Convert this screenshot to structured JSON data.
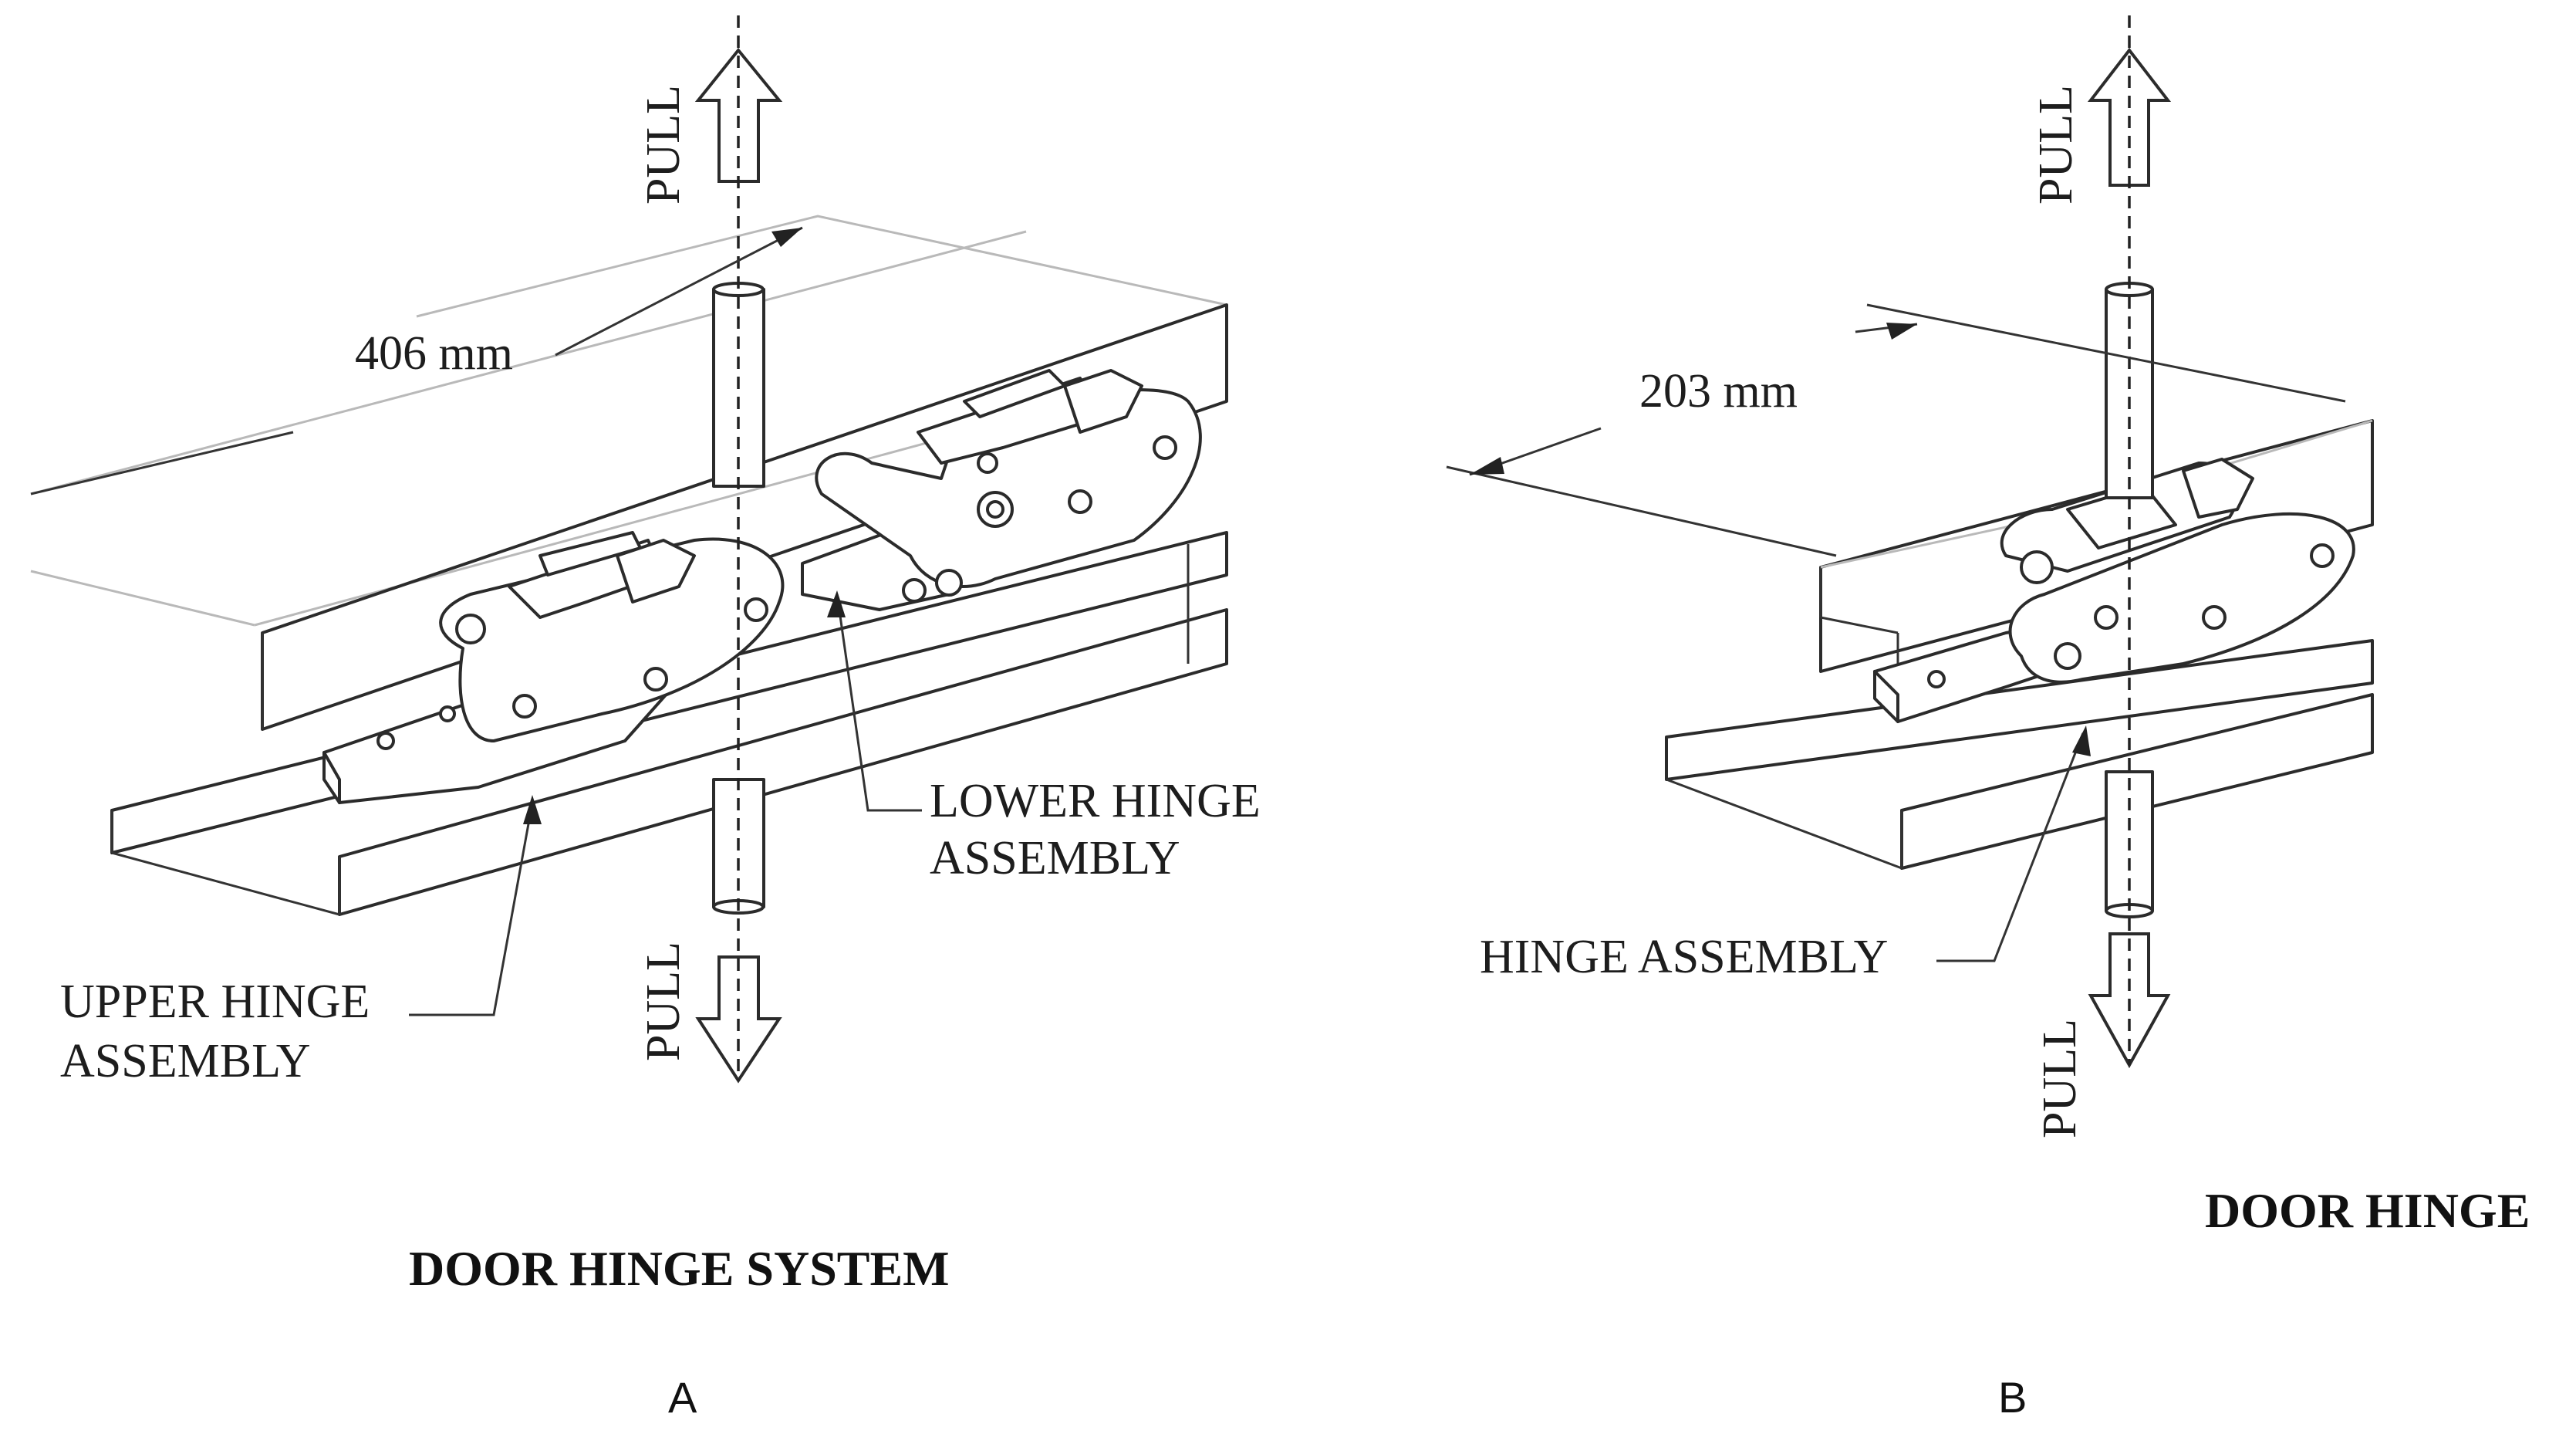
{
  "diagram_a": {
    "dimension": "406 mm",
    "pull_top": "PULL",
    "pull_bottom": "PULL",
    "lower_label_line1": "LOWER HINGE",
    "lower_label_line2": "ASSEMBLY",
    "upper_label_line1": "UPPER HINGE",
    "upper_label_line2": "ASSEMBLY",
    "title": "DOOR HINGE SYSTEM",
    "panel_letter": "A"
  },
  "diagram_b": {
    "dimension": "203 mm",
    "pull_top": "PULL",
    "pull_bottom": "PULL",
    "hinge_label": "HINGE ASSEMBLY",
    "title": "DOOR HINGE",
    "panel_letter": "B"
  }
}
